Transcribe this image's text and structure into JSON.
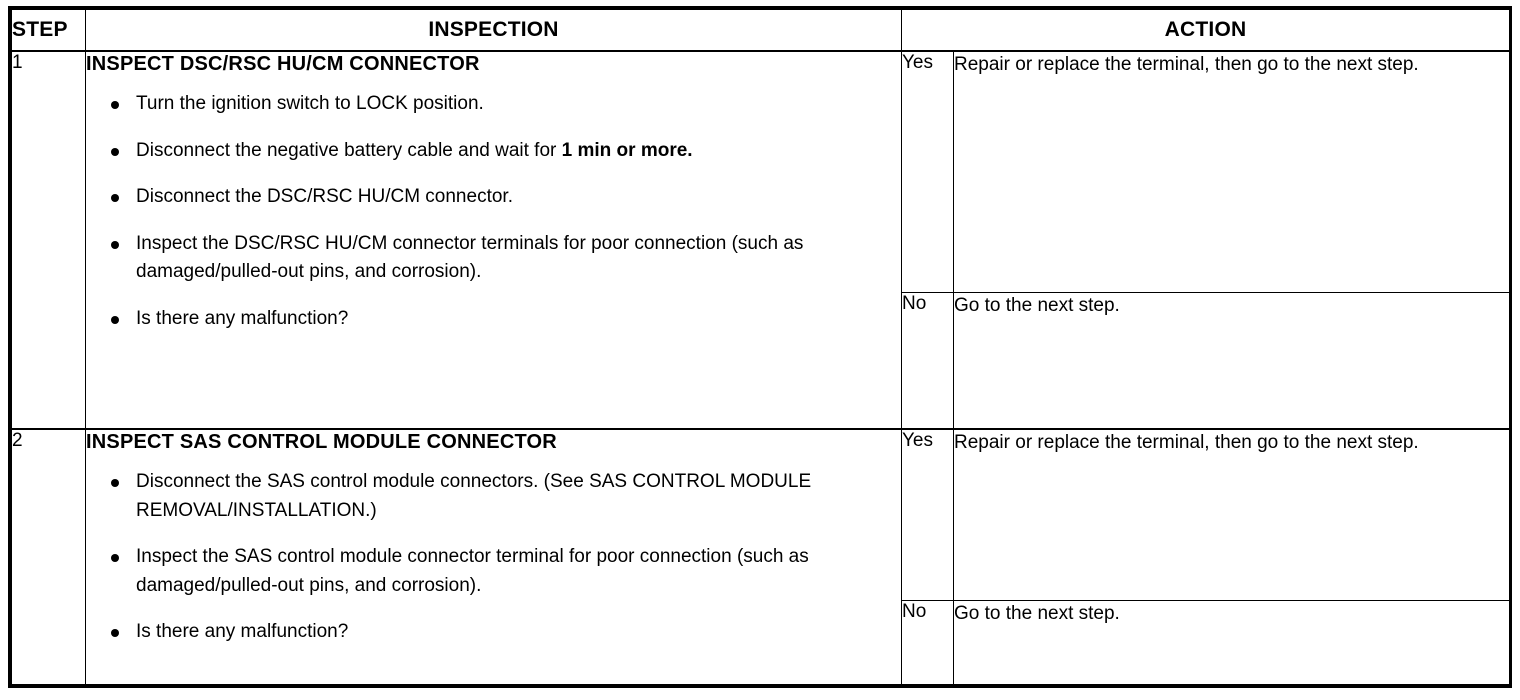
{
  "table": {
    "columns": {
      "step": "STEP",
      "inspection": "INSPECTION",
      "action": "ACTION"
    },
    "rows": [
      {
        "step": "1",
        "inspection": {
          "title": "INSPECT DSC/RSC HU/CM CONNECTOR",
          "bullets": [
            {
              "parts": [
                {
                  "text": "Turn the ignition switch to LOCK position.",
                  "bold": false
                }
              ]
            },
            {
              "parts": [
                {
                  "text": "Disconnect the negative battery cable and wait for ",
                  "bold": false
                },
                {
                  "text": "1 min or more",
                  "bold": true
                },
                {
                  "text": ".",
                  "bold": false
                }
              ]
            },
            {
              "parts": [
                {
                  "text": "Disconnect the DSC/RSC HU/CM connector.",
                  "bold": false
                }
              ]
            },
            {
              "parts": [
                {
                  "text": "Inspect the DSC/RSC HU/CM connector terminals for poor connection (such as damaged/pulled-out pins, and corrosion).",
                  "bold": false
                }
              ]
            },
            {
              "parts": [
                {
                  "text": "Is there any malfunction?",
                  "bold": false
                }
              ]
            }
          ]
        },
        "actions": [
          {
            "answer": "Yes",
            "text": "Repair or replace the terminal, then go to the next step."
          },
          {
            "answer": "No",
            "text": "Go to the next step."
          }
        ]
      },
      {
        "step": "2",
        "inspection": {
          "title": "INSPECT SAS CONTROL MODULE CONNECTOR",
          "bullets": [
            {
              "parts": [
                {
                  "text": "Disconnect the SAS control module connectors. (See SAS CONTROL MODULE REMOVAL/INSTALLATION.)",
                  "bold": false
                }
              ]
            },
            {
              "parts": [
                {
                  "text": "Inspect the SAS control module connector terminal for poor connection (such as damaged/pulled-out pins, and corrosion).",
                  "bold": false
                }
              ]
            },
            {
              "parts": [
                {
                  "text": "Is there any malfunction?",
                  "bold": false
                }
              ]
            }
          ]
        },
        "actions": [
          {
            "answer": "Yes",
            "text": "Repair or replace the terminal, then go to the next step."
          },
          {
            "answer": "No",
            "text": "Go to the next step."
          }
        ]
      }
    ]
  },
  "style": {
    "border_color": "#000000",
    "text_color": "#000000",
    "background": "#ffffff"
  }
}
